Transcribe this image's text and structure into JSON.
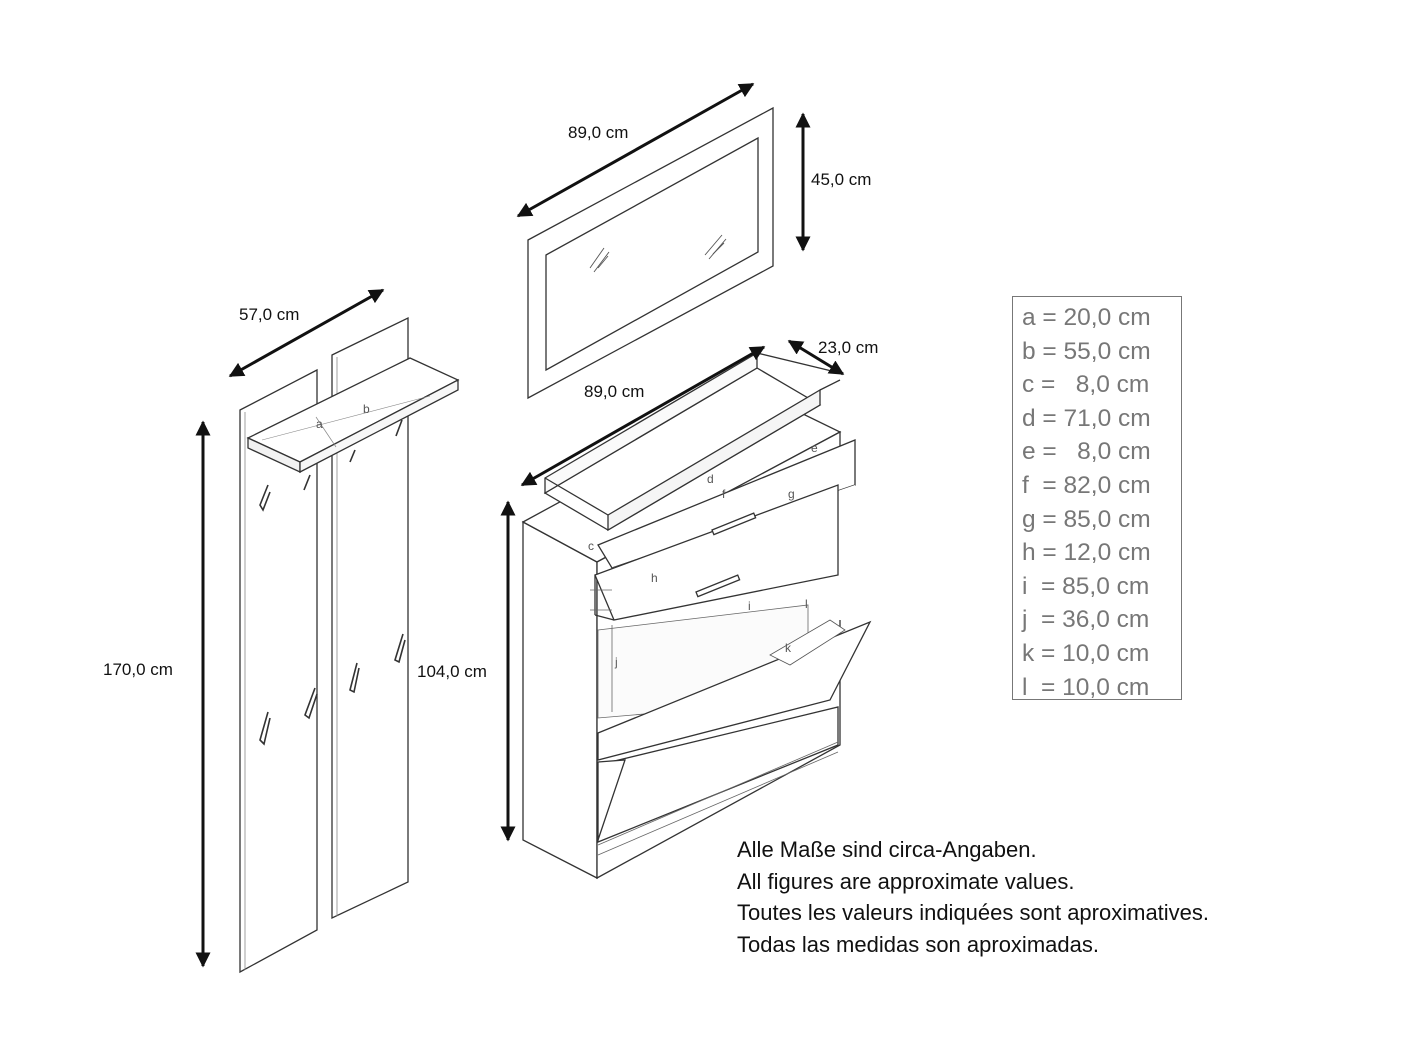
{
  "dimensions": {
    "mirror_width": "89,0 cm",
    "mirror_height": "45,0 cm",
    "coat_rack_width": "57,0 cm",
    "coat_rack_height": "170,0 cm",
    "cabinet_width": "89,0 cm",
    "cabinet_depth": "23,0 cm",
    "cabinet_height": "104,0 cm"
  },
  "part_labels": {
    "a": "a",
    "b": "b",
    "c": "c",
    "d": "d",
    "e": "e",
    "f": "f",
    "g": "g",
    "h": "h",
    "i": "i",
    "j": "j",
    "k": "k",
    "l": "l"
  },
  "legend": [
    "a = 20,0 cm",
    "b = 55,0 cm",
    "c =   8,0 cm",
    "d = 71,0 cm",
    "e =   8,0 cm",
    "f  = 82,0 cm",
    "g = 85,0 cm",
    "h = 12,0 cm",
    "i  = 85,0 cm",
    "j  = 36,0 cm",
    "k = 10,0 cm",
    "l  = 10,0 cm"
  ],
  "notes": [
    "Alle Maße sind circa-Angaben.",
    "All figures are approximate values.",
    "Toutes les valeurs indiquées sont aproximatives.",
    "Todas las medidas son aproximadas."
  ]
}
